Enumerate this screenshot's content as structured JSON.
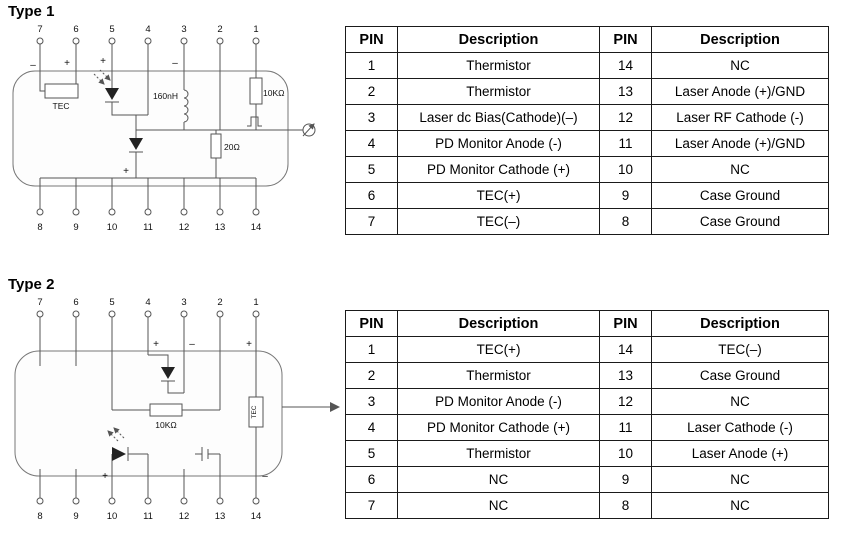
{
  "sections": [
    {
      "title": "Type 1",
      "schematic": {
        "top_pins": [
          "7",
          "6",
          "5",
          "4",
          "3",
          "2",
          "1"
        ],
        "bottom_pins": [
          "8",
          "9",
          "10",
          "11",
          "12",
          "13",
          "14"
        ],
        "labels": {
          "tec": "TEC",
          "inductor": "160nH",
          "resistor_top": "10KΩ",
          "resistor_mid": "20Ω"
        },
        "signs": {
          "s1": "–",
          "s2": "+",
          "s3": "+",
          "s4": "–",
          "s5": "+"
        }
      },
      "table": {
        "headers": [
          "PIN",
          "Description",
          "PIN",
          "Description"
        ],
        "rows": [
          [
            "1",
            "Thermistor",
            "14",
            "NC"
          ],
          [
            "2",
            "Thermistor",
            "13",
            "Laser Anode (+)/GND"
          ],
          [
            "3",
            "Laser dc Bias(Cathode)(–)",
            "12",
            "Laser RF Cathode (-)"
          ],
          [
            "4",
            "PD Monitor Anode (-)",
            "11",
            "Laser Anode (+)/GND"
          ],
          [
            "5",
            "PD Monitor Cathode (+)",
            "10",
            "NC"
          ],
          [
            "6",
            "TEC(+)",
            "9",
            "Case Ground"
          ],
          [
            "7",
            "TEC(–)",
            "8",
            "Case Ground"
          ]
        ]
      }
    },
    {
      "title": "Type 2",
      "schematic": {
        "top_pins": [
          "7",
          "6",
          "5",
          "4",
          "3",
          "2",
          "1"
        ],
        "bottom_pins": [
          "8",
          "9",
          "10",
          "11",
          "12",
          "13",
          "14"
        ],
        "labels": {
          "resistor": "10KΩ",
          "tec": "TEC"
        },
        "signs": {
          "s1": "+",
          "s2": "–",
          "s3": "+",
          "s4": "+",
          "s5": "–"
        }
      },
      "table": {
        "headers": [
          "PIN",
          "Description",
          "PIN",
          "Description"
        ],
        "rows": [
          [
            "1",
            "TEC(+)",
            "14",
            "TEC(–)"
          ],
          [
            "2",
            "Thermistor",
            "13",
            "Case Ground"
          ],
          [
            "3",
            "PD Monitor Anode (-)",
            "12",
            "NC"
          ],
          [
            "4",
            "PD Monitor Cathode (+)",
            "11",
            "Laser Cathode (-)"
          ],
          [
            "5",
            "Thermistor",
            "10",
            "Laser Anode (+)"
          ],
          [
            "6",
            "NC",
            "9",
            "NC"
          ],
          [
            "7",
            "NC",
            "8",
            "NC"
          ]
        ]
      }
    }
  ]
}
